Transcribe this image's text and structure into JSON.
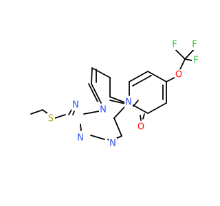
{
  "molecule": {
    "atoms": [
      {
        "id": "F1",
        "symbol": "F",
        "color": "#33cc33"
      },
      {
        "id": "F2",
        "symbol": "F",
        "color": "#33cc33"
      },
      {
        "id": "F3",
        "symbol": "F",
        "color": "#33cc33"
      },
      {
        "id": "O1",
        "symbol": "O",
        "color": "#ff0d0d"
      },
      {
        "id": "N1",
        "symbol": "N",
        "color": "#3050f8"
      },
      {
        "id": "O2",
        "symbol": "O",
        "color": "#ff0d0d"
      },
      {
        "id": "N2",
        "symbol": "N",
        "color": "#3050f8"
      },
      {
        "id": "N3",
        "symbol": "N",
        "color": "#3050f8"
      },
      {
        "id": "S1",
        "symbol": "S",
        "color": "#b2a000"
      },
      {
        "id": "N4",
        "symbol": "N",
        "color": "#3050f8"
      },
      {
        "id": "N5",
        "symbol": "N",
        "color": "#3050f8"
      }
    ],
    "bond_color": "#000000"
  }
}
